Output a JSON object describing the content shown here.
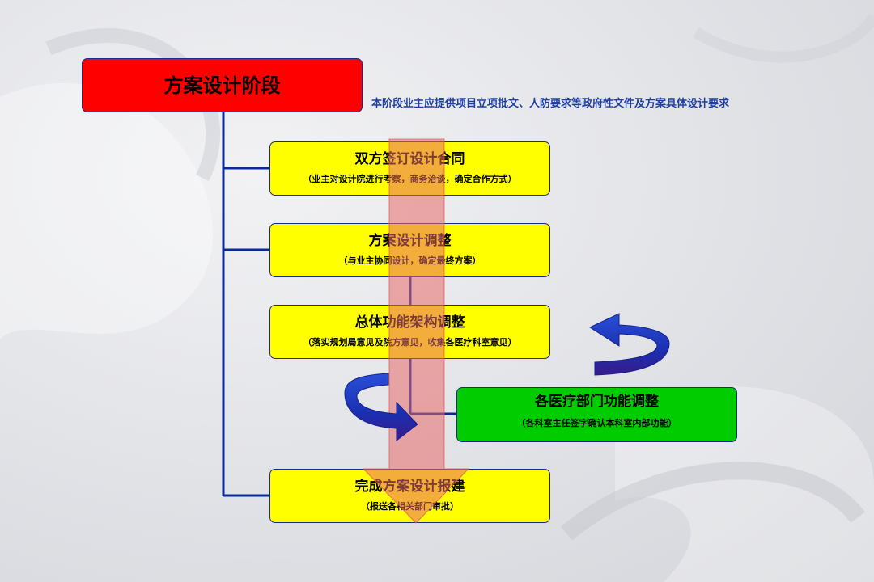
{
  "phase": {
    "title": "方案设计阶段",
    "note": "本阶段业主应提供项目立项批文、人防要求等政府性文件及方案具体设计要求"
  },
  "steps": [
    {
      "title": "双方签订设计合同",
      "subtitle": "（业主对设计院进行考察，商务洽谈，确定合作方式）"
    },
    {
      "title": "方案设计调整",
      "subtitle": "（与业主协同设计，确定最终方案）"
    },
    {
      "title": "总体功能架构调整",
      "subtitle": "（落实规划局意见及院方意见，收集各医疗科室意见）"
    },
    {
      "title": "完成方案设计报建",
      "subtitle": "（报送各相关部门审批）"
    }
  ],
  "side_step": {
    "title": "各医疗部门功能调整",
    "subtitle": "（各科室主任签字确认本科室内部功能）"
  },
  "colors": {
    "phase_fill": "#ff0000",
    "step_fill": "#ffff00",
    "side_fill": "#00cc00",
    "connector": "#0a2a9a",
    "flow_arrow": "#e86a6a",
    "cycle_arrow": "#1530b0",
    "note_text": "#1f3fa0"
  }
}
